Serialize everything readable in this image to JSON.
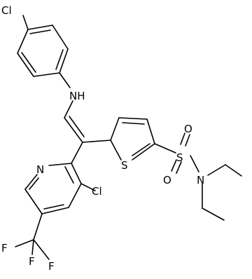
{
  "atoms": {
    "cl_top": "Cl",
    "nh": "NH",
    "n_pyridine": "N",
    "cl_pyridine": "Cl",
    "s_thiophene": "S",
    "s_sulfonyl": "S",
    "o_upper": "O",
    "o_lower": "O",
    "n_amide": "N",
    "f_top": "F",
    "f_left": "F",
    "f_right": "F"
  }
}
